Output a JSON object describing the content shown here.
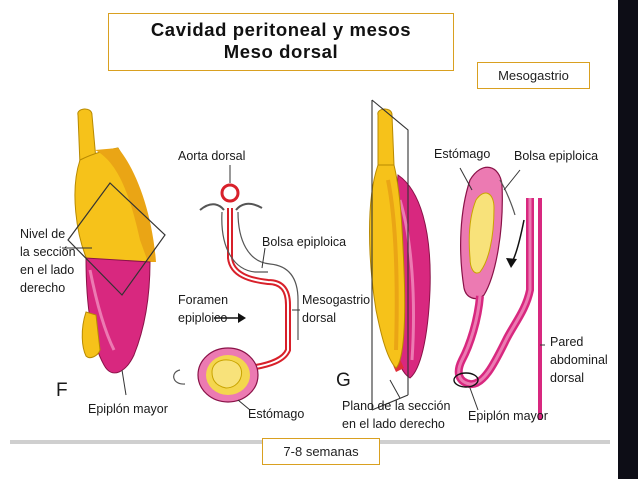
{
  "title": {
    "line1": "Cavidad peritoneal y mesos",
    "line2": "Meso dorsal"
  },
  "tags": {
    "mesogastrio": "Mesogastrio",
    "weeks": "7-8 semanas"
  },
  "figure": {
    "panel_f_letter": "F",
    "panel_g_letter": "G",
    "labels": {
      "nivel_1": "Nivel de",
      "nivel_2": "la sección",
      "nivel_3": "en el lado",
      "nivel_4": "derecho",
      "epiplon_mayor_f": "Epiplón mayor",
      "aorta_dorsal": "Aorta dorsal",
      "bolsa_epiploica_f": "Bolsa epiploica",
      "foramen_1": "Foramen",
      "foramen_2": "epiploico",
      "mesogastrio_1": "Mesogastrio",
      "mesogastrio_2": "dorsal",
      "estomago_f": "Estómago",
      "estomago_g": "Estómago",
      "bolsa_epiploica_g": "Bolsa epiploica",
      "pared_1": "Pared",
      "pared_2": "abdominal",
      "pared_3": "dorsal",
      "plano_1": "Plano de la sección",
      "plano_2": "en el lado derecho",
      "epiplon_mayor_g": "Epiplón mayor"
    }
  },
  "colors": {
    "yellow": "#f6c21a",
    "magenta": "#d8287f",
    "pink_light": "#ec7ab2",
    "red": "#e0303a",
    "border_gold": "#d9a020",
    "right_bar": "#0d0d16"
  }
}
